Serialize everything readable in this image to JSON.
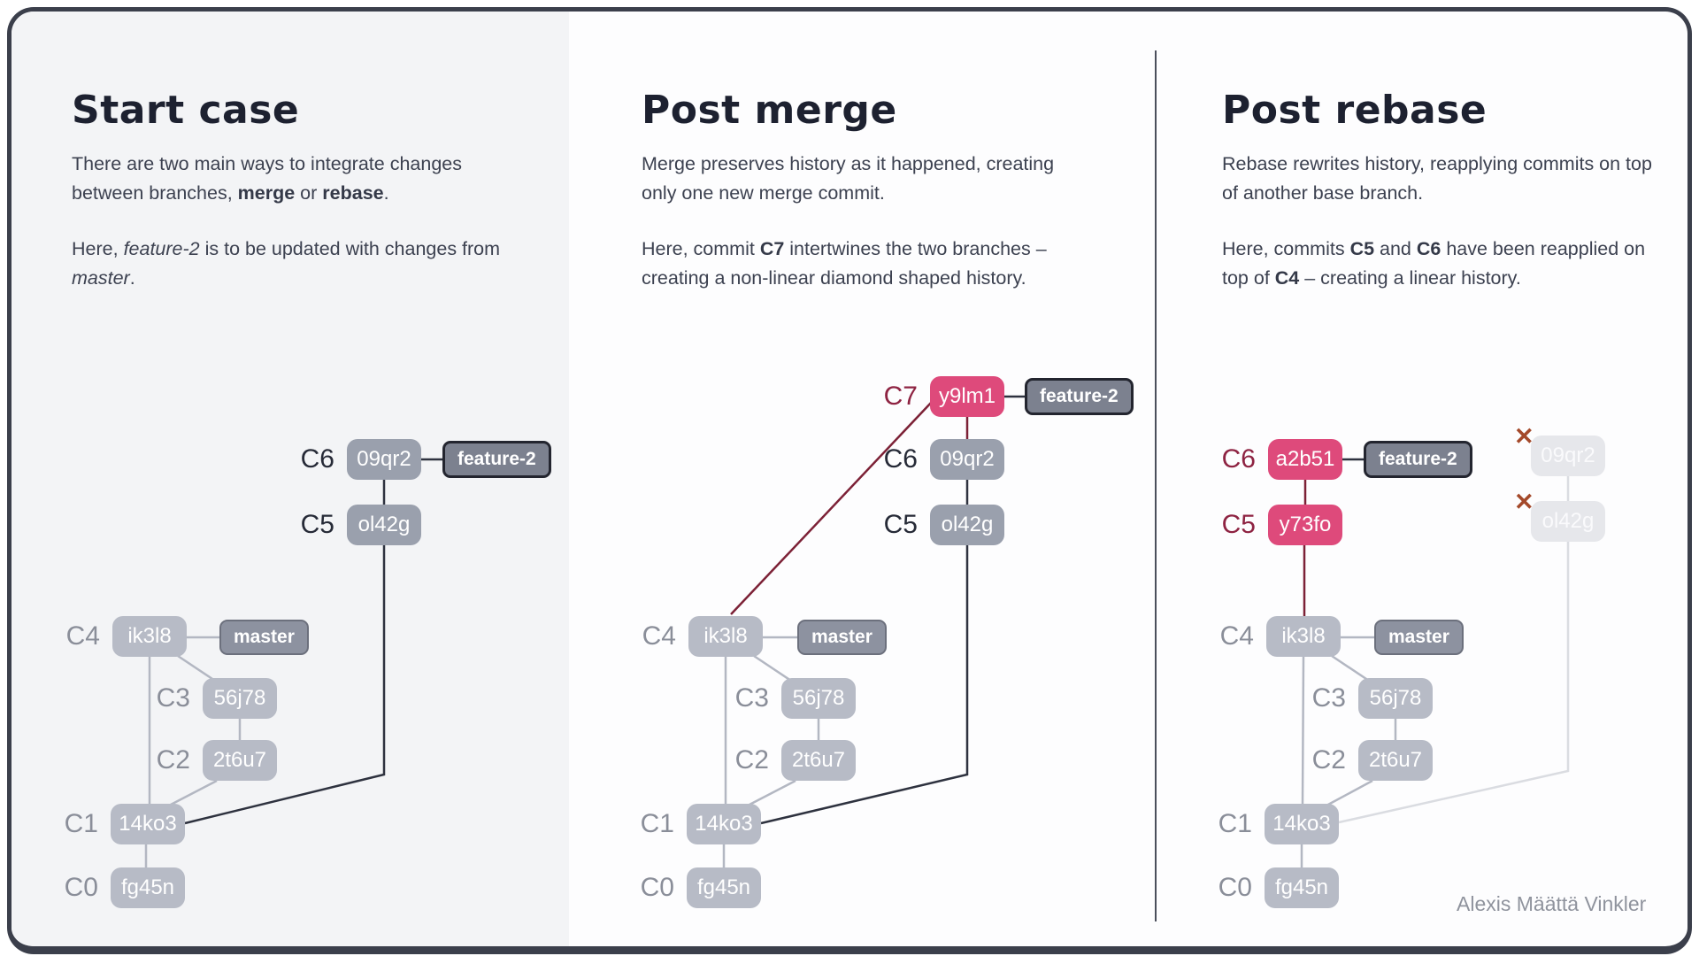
{
  "credit": "Alexis Määttä Vinkler",
  "colors": {
    "card_border": "#3b3f4b",
    "left_panel_bg": "#f3f4f6",
    "node_gray_medium": "#9aa0ad",
    "node_gray_light": "#b7bbc6",
    "node_pink": "#de4a7b",
    "node_ghost": "#e6e7eb",
    "tag_master_bg": "#8d92a0",
    "tag_feature_bg": "#7c818f",
    "tag_feature_border": "#23252f",
    "label_navy": "#262a37",
    "label_gray": "#8a8e99",
    "label_red": "#8e2342",
    "edge_gray": "#b3b7c2",
    "edge_navy": "#2e323f",
    "edge_red": "#7c2136",
    "edge_ghost": "#dadce1",
    "deleted_x": "#a4492a"
  },
  "panels": {
    "start": {
      "title": "Start case",
      "p1": {
        "t1": "There are two main ways to integrate changes between branches, ",
        "b1": "merge",
        "t2": " or ",
        "b2": "rebase",
        "t3": "."
      },
      "p2": {
        "t1": "Here, ",
        "i1": "feature-2",
        "t2": " is to be updated with changes from ",
        "i2": "master",
        "t3": "."
      }
    },
    "merge": {
      "title": "Post merge",
      "p1": {
        "t1": "Merge preserves history as it happened, creating only one new merge commit."
      },
      "p2": {
        "t1": "Here, commit ",
        "b1": "C7",
        "t2": " intertwines the two branches – creating a non-linear diamond shaped history."
      }
    },
    "rebase": {
      "title": "Post rebase",
      "p1": {
        "t1": "Rebase rewrites history, reapplying commits on top of another base branch."
      },
      "p2": {
        "t1": "Here, commits ",
        "b1": "C5",
        "t2": " and ",
        "b2": "C6",
        "t3": " have been reapplied on top of ",
        "b3": "C4",
        "t4": " – creating a linear history."
      }
    }
  },
  "diagrams": {
    "start": {
      "branch_tags": {
        "feature": "feature-2",
        "master": "master"
      },
      "commits": {
        "c6": {
          "label": "C6",
          "hash": "09qr2"
        },
        "c5": {
          "label": "C5",
          "hash": "ol42g"
        },
        "c4": {
          "label": "C4",
          "hash": "ik3l8"
        },
        "c3": {
          "label": "C3",
          "hash": "56j78"
        },
        "c2": {
          "label": "C2",
          "hash": "2t6u7"
        },
        "c1": {
          "label": "C1",
          "hash": "14ko3"
        },
        "c0": {
          "label": "C0",
          "hash": "fg45n"
        }
      }
    },
    "merge": {
      "branch_tags": {
        "feature": "feature-2",
        "master": "master"
      },
      "commits": {
        "c7": {
          "label": "C7",
          "hash": "y9lm1"
        },
        "c6": {
          "label": "C6",
          "hash": "09qr2"
        },
        "c5": {
          "label": "C5",
          "hash": "ol42g"
        },
        "c4": {
          "label": "C4",
          "hash": "ik3l8"
        },
        "c3": {
          "label": "C3",
          "hash": "56j78"
        },
        "c2": {
          "label": "C2",
          "hash": "2t6u7"
        },
        "c1": {
          "label": "C1",
          "hash": "14ko3"
        },
        "c0": {
          "label": "C0",
          "hash": "fg45n"
        }
      }
    },
    "rebase": {
      "branch_tags": {
        "feature": "feature-2",
        "master": "master"
      },
      "deleted_marker": "✕",
      "commits": {
        "c6": {
          "label": "C6",
          "hash": "a2b51"
        },
        "c5": {
          "label": "C5",
          "hash": "y73fo"
        },
        "c4": {
          "label": "C4",
          "hash": "ik3l8"
        },
        "c3": {
          "label": "C3",
          "hash": "56j78"
        },
        "c2": {
          "label": "C2",
          "hash": "2t6u7"
        },
        "c1": {
          "label": "C1",
          "hash": "14ko3"
        },
        "c0": {
          "label": "C0",
          "hash": "fg45n"
        }
      },
      "ghost_commits": {
        "c6": {
          "hash": "09qr2"
        },
        "c5": {
          "hash": "ol42g"
        }
      }
    }
  }
}
